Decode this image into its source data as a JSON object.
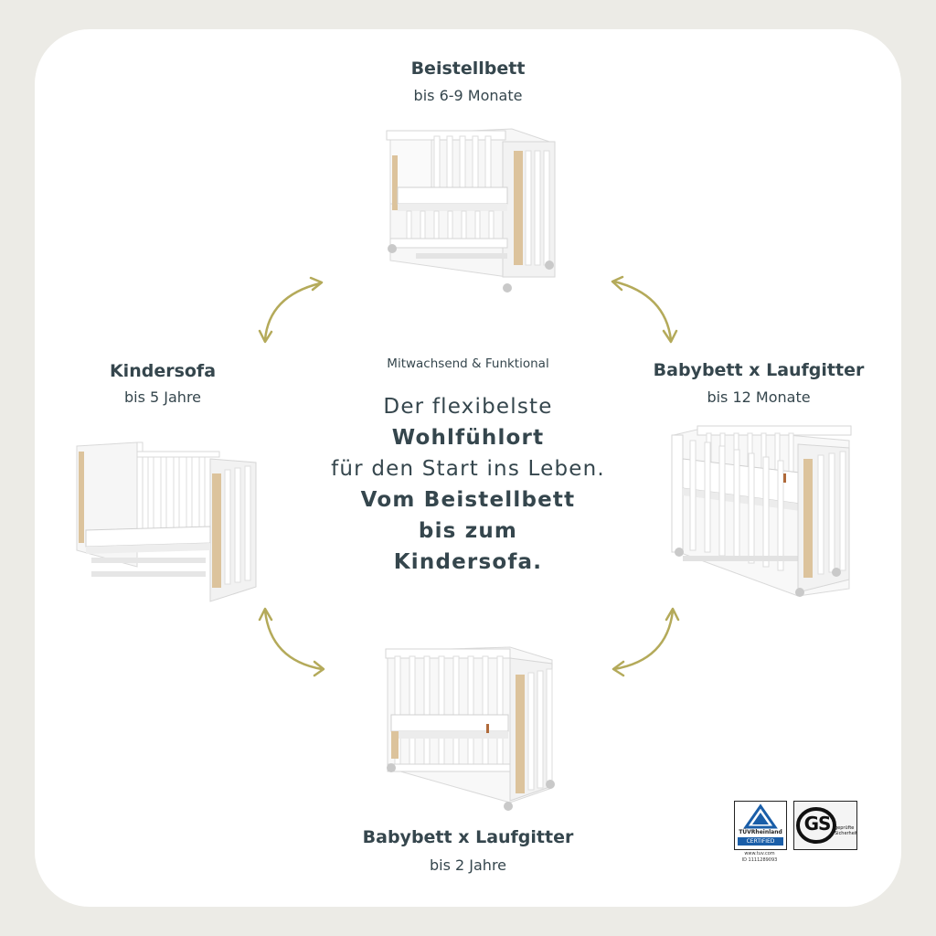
{
  "stages": {
    "top": {
      "title": "Beistellbett",
      "subtitle": "bis 6-9 Monate"
    },
    "right": {
      "title": "Babybett x Laufgitter",
      "subtitle": "bis 12 Monate"
    },
    "bottom": {
      "title": "Babybett x Laufgitter",
      "subtitle": "bis 2 Jahre"
    },
    "left": {
      "title": "Kindersofa",
      "subtitle": "bis 5 Jahre"
    }
  },
  "center": {
    "tagline": "Mitwachsend & Funktional",
    "lines": [
      "Der flexibelste",
      "Wohlfühlort",
      "für den Start ins Leben.",
      "Vom Beistellbett",
      "bis zum",
      "Kindersofa."
    ]
  },
  "certifications": {
    "tuv": {
      "brand": "TÜVRheinland",
      "label": "CERTIFIED",
      "site": "www.tuv.com",
      "id": "ID 1111289093"
    },
    "gs": {
      "mark": "GS",
      "label_line1": "geprüfte",
      "label_line2": "Sicherheit"
    }
  },
  "colors": {
    "background": "#ecebe6",
    "card": "#ffffff",
    "text": "#35464d",
    "arrow": "#b4aa5a",
    "wood": "#dcc39c"
  },
  "icons": [
    "curved-double-arrow-icon",
    "tuv-triangle-icon",
    "gs-mark-icon"
  ]
}
